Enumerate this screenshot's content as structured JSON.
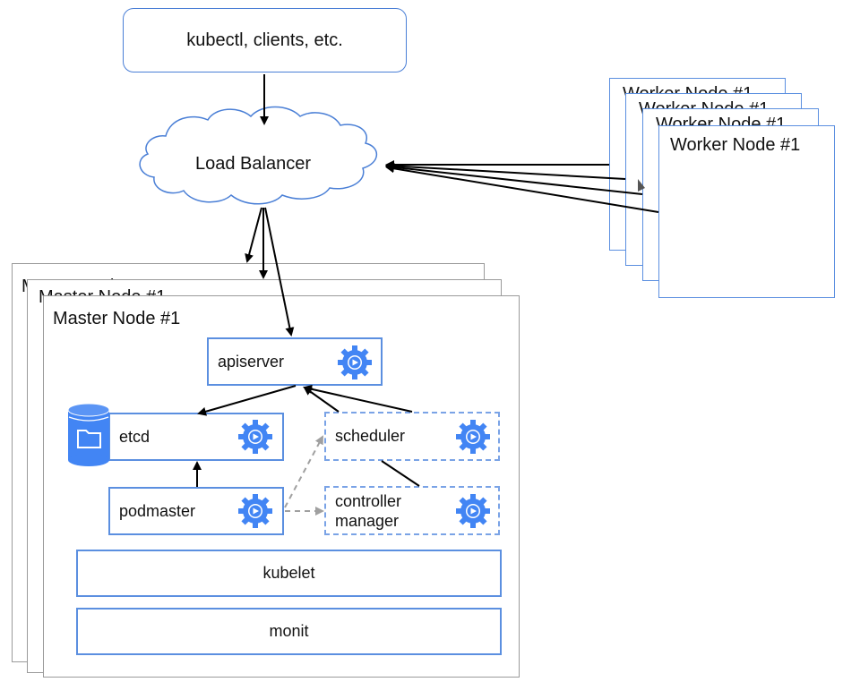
{
  "client": {
    "label": "kubectl, clients, etc."
  },
  "load_balancer": {
    "label": "Load Balancer"
  },
  "master": {
    "title": "Master Node #1",
    "components": {
      "apiserver": "apiserver",
      "etcd": "etcd",
      "scheduler": "scheduler",
      "podmaster": "podmaster",
      "controller_manager_line1": "controller",
      "controller_manager_line2": "manager",
      "kubelet": "kubelet",
      "monit": "monit"
    }
  },
  "workers": [
    {
      "title": "Worker Node #1"
    },
    {
      "title": "Worker Node #1"
    },
    {
      "title": "Worker Node #1"
    },
    {
      "title": "Worker Node #1"
    }
  ],
  "colors": {
    "accent": "#4a7fd6",
    "icon_fill": "#4285f4",
    "dashed_arrow": "#a0a0a0"
  },
  "icons": [
    "cloud-icon",
    "gear-play-icon",
    "database-folder-icon"
  ]
}
